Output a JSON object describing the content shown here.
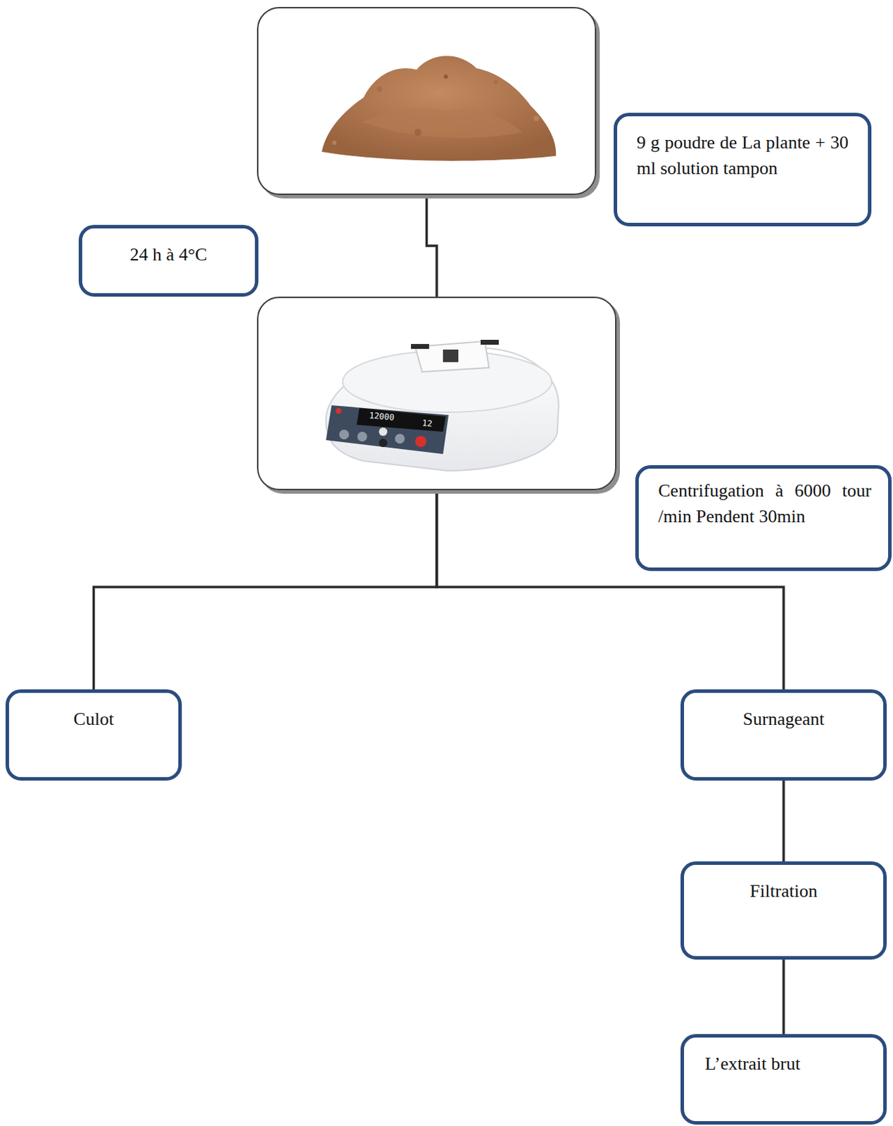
{
  "diagram": {
    "nodes": [
      {
        "text": []
      },
      {
        "text": [
          "9 g poudre de La plante + 30 ml solution tampon"
        ]
      },
      {
        "text": [
          "24 h à 4°C"
        ]
      },
      {
        "text": []
      },
      {
        "text": [
          "Centrifugation à 6000 tour /min Pendent 30min"
        ]
      },
      {
        "text": [
          "Culot"
        ]
      },
      {
        "text": [
          "Surnageant"
        ]
      },
      {
        "text": [
          "Filtration"
        ]
      },
      {
        "text": [
          "L’extrait brut"
        ]
      }
    ],
    "edges": [
      {
        "from": 0,
        "to": 3,
        "arrow": "none"
      },
      {
        "from": 3,
        "to": 5,
        "arrow": "none"
      },
      {
        "from": 3,
        "to": 6,
        "arrow": "none"
      },
      {
        "from": 6,
        "to": 7,
        "arrow": "none"
      },
      {
        "from": 7,
        "to": 8,
        "arrow": "none"
      }
    ],
    "labels": [
      "12000",
      "12"
    ]
  }
}
